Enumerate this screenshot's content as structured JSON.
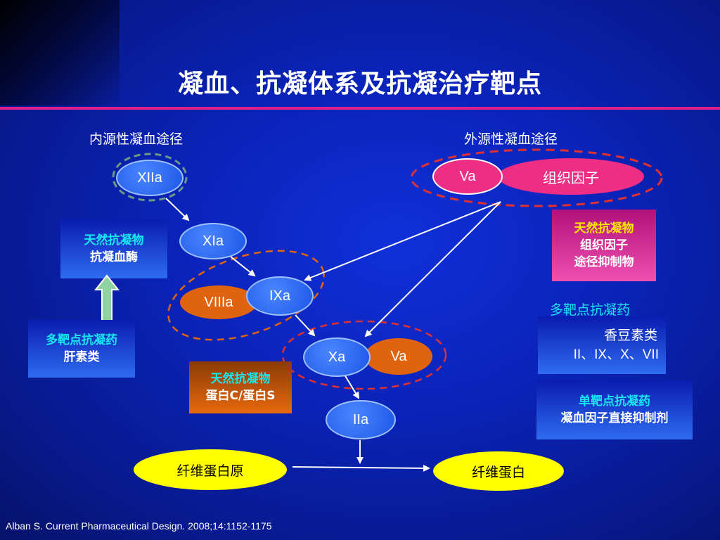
{
  "title": "凝血、抗凝体系及抗凝治疗靶点",
  "pathways": {
    "intrinsic": "内源性凝血途径",
    "extrinsic": "外源性凝血途径"
  },
  "factors": {
    "xiia": "XIIa",
    "xia": "XIa",
    "viiia": "VIIIa",
    "ixa": "IXa",
    "xa": "Xa",
    "va_complex": "Va",
    "iia": "IIa",
    "va_extrinsic": "Va",
    "tissue_factor": "组织因子",
    "fibrinogen": "纤维蛋白原",
    "fibrin": "纤维蛋白"
  },
  "boxes": {
    "antithrombin": {
      "line1": "天然抗凝物",
      "line2": "抗凝血酶"
    },
    "heparin": {
      "line1": "多靶点抗凝药",
      "line2": "肝素类"
    },
    "tfpi": {
      "line1": "天然抗凝物",
      "line2": "组织因子",
      "line3": "途径抑制物"
    },
    "protein_cs": {
      "line1": "天然抗凝物",
      "line2": "蛋白C/蛋白S"
    },
    "coumarin_heading": "多靶点抗凝药",
    "coumarin": {
      "line1": "香豆素类",
      "line2": "II、IX、X、VII"
    },
    "direct": {
      "line1": "单靶点抗凝药",
      "line2": "凝血因子直接抑制剂"
    }
  },
  "source": "Alban S. Current Pharmaceutical Design. 2008;14:1152-1175",
  "colors": {
    "background": "#0a23b8",
    "rule": "#e0208a",
    "blue_node": "#2a66f0",
    "orange_node": "#e06410",
    "pink_node": "#ee2d84",
    "yellow_node": "#ffff00",
    "dashed_ellipse": "#e03030",
    "arrow": "#ffffff"
  }
}
